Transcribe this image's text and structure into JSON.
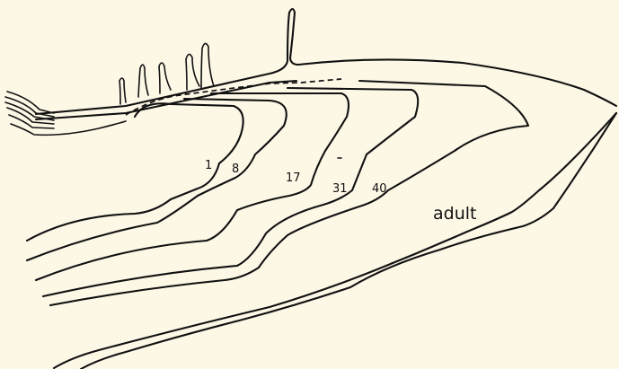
{
  "figure": {
    "background": "#fdf7e6",
    "ink": "#111111",
    "growth_stage_labels": [
      "1",
      "8",
      "17",
      "31",
      "40"
    ],
    "adult_label": "adult"
  }
}
